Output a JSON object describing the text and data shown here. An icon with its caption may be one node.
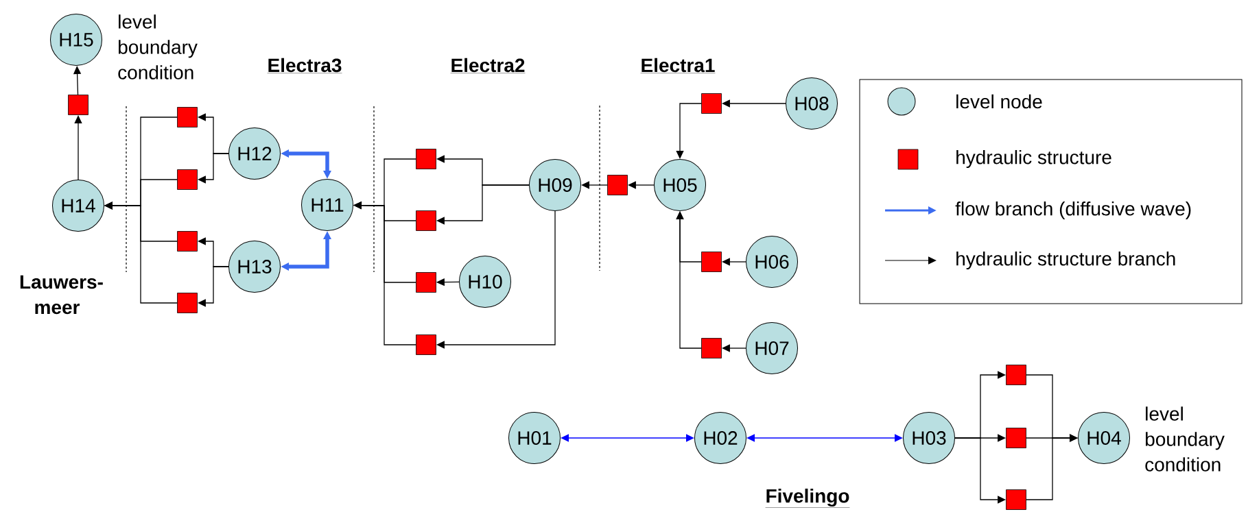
{
  "diagram": {
    "nodes": [
      {
        "text": [
          "H15"
        ],
        "beside": [
          "level boundary condition"
        ]
      },
      {
        "text": [],
        "shape": "box"
      },
      {
        "text": [
          "H14"
        ]
      },
      {
        "text": [],
        "shape": "box"
      },
      {
        "text": [],
        "shape": "box"
      },
      {
        "text": [],
        "shape": "box"
      },
      {
        "text": [],
        "shape": "box"
      },
      {
        "text": [
          "H12"
        ]
      },
      {
        "text": [
          "H13"
        ]
      },
      {
        "text": [
          "H11"
        ]
      },
      {
        "text": [],
        "shape": "box"
      },
      {
        "text": [],
        "shape": "box"
      },
      {
        "text": [],
        "shape": "box"
      },
      {
        "text": [],
        "shape": "box"
      },
      {
        "text": [
          "H09"
        ]
      },
      {
        "text": [
          "H10"
        ]
      },
      {
        "text": [],
        "shape": "box"
      },
      {
        "text": [
          "H05"
        ]
      },
      {
        "text": [],
        "shape": "box"
      },
      {
        "text": [
          "H08"
        ]
      },
      {
        "text": [],
        "shape": "box"
      },
      {
        "text": [
          "H06"
        ]
      },
      {
        "text": [],
        "shape": "box"
      },
      {
        "text": [
          "H07"
        ]
      },
      {
        "text": [
          "H01"
        ]
      },
      {
        "text": [
          "H02"
        ]
      },
      {
        "text": [
          "H03"
        ]
      },
      {
        "text": [],
        "shape": "box"
      },
      {
        "text": [],
        "shape": "box"
      },
      {
        "text": [],
        "shape": "box"
      },
      {
        "text": [
          "H04"
        ],
        "beside": [
          "level boundary condition"
        ]
      }
    ],
    "edges": [
      {
        "from": 2,
        "to": 1,
        "arrow": "to"
      },
      {
        "from": 1,
        "to": 0,
        "arrow": "to"
      },
      {
        "from": 7,
        "to": 3,
        "arrow": "to"
      },
      {
        "from": 7,
        "to": 4,
        "arrow": "to"
      },
      {
        "from": 8,
        "to": 5,
        "arrow": "to"
      },
      {
        "from": 8,
        "to": 6,
        "arrow": "to"
      },
      {
        "from": 3,
        "to": 2,
        "arrow": "to"
      },
      {
        "from": 4,
        "to": 2,
        "arrow": "to"
      },
      {
        "from": 5,
        "to": 2,
        "arrow": "to"
      },
      {
        "from": 6,
        "to": 2,
        "arrow": "to"
      },
      {
        "from": 9,
        "to": 7,
        "arrow": "both",
        "style": "thick",
        "color": "#3c6cf0"
      },
      {
        "from": 9,
        "to": 8,
        "arrow": "both",
        "style": "thick",
        "color": "#3c6cf0"
      },
      {
        "from": 14,
        "to": 10,
        "arrow": "to"
      },
      {
        "from": 14,
        "to": 11,
        "arrow": "to"
      },
      {
        "from": 15,
        "to": 12,
        "arrow": "to"
      },
      {
        "from": 14,
        "to": 13,
        "arrow": "to"
      },
      {
        "from": 10,
        "to": 9,
        "arrow": "to"
      },
      {
        "from": 11,
        "to": 9,
        "arrow": "to"
      },
      {
        "from": 12,
        "to": 9,
        "arrow": "to"
      },
      {
        "from": 13,
        "to": 9,
        "arrow": "to"
      },
      {
        "from": 17,
        "to": 16,
        "arrow": "to"
      },
      {
        "from": 16,
        "to": 14,
        "arrow": "to"
      },
      {
        "from": 19,
        "to": 18,
        "arrow": "to"
      },
      {
        "from": 18,
        "to": 17,
        "arrow": "to"
      },
      {
        "from": 21,
        "to": 20,
        "arrow": "to"
      },
      {
        "from": 20,
        "to": 17,
        "arrow": "to"
      },
      {
        "from": 23,
        "to": 22,
        "arrow": "to"
      },
      {
        "from": 22,
        "to": 17,
        "arrow": "to"
      },
      {
        "from": 24,
        "to": 25,
        "arrow": "both",
        "color": "#0000ff"
      },
      {
        "from": 25,
        "to": 26,
        "arrow": "both",
        "color": "#0000ff"
      },
      {
        "from": 26,
        "to": 27,
        "arrow": "to"
      },
      {
        "from": 26,
        "to": 28,
        "arrow": "to"
      },
      {
        "from": 26,
        "to": 29,
        "arrow": "to"
      },
      {
        "from": 27,
        "to": 30,
        "arrow": "to"
      },
      {
        "from": 28,
        "to": 30,
        "arrow": "to"
      },
      {
        "from": 29,
        "to": 30,
        "arrow": "to"
      }
    ],
    "labels": [
      "Electra3",
      "Electra2",
      "Electra1",
      "Lauwers-meer",
      "Fivelingo"
    ],
    "legend": [
      {
        "text": "level node"
      },
      {
        "text": "hydraulic structure",
        "color": "#ff0000"
      },
      {
        "text": "flow branch (diffusive wave)"
      },
      {
        "text": "hydraulic structure branch"
      }
    ]
  }
}
